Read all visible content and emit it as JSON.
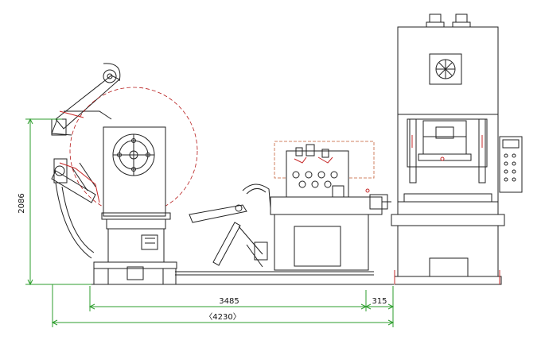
{
  "dimensions": {
    "height_label": "2086",
    "feeder_length_label": "3485",
    "gap_label": "315",
    "overall_length_label": "〈4230〉"
  },
  "colors": {
    "line": "#222222",
    "dimension": "#2e9e2e",
    "accent_red": "#c62828",
    "dashed_circle": "#b71c1c"
  }
}
